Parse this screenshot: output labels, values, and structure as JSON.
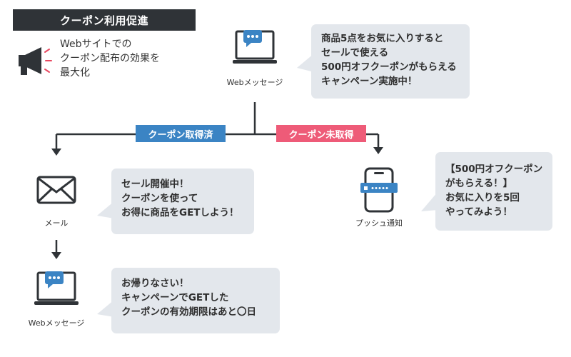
{
  "title": "クーポン利用促進",
  "purpose_lines": [
    "Webサイトでの",
    "クーポン配布の効果を",
    "最大化"
  ],
  "top": {
    "label": "Webメッセージ",
    "bubble": [
      "商品5点をお気に入りすると",
      "セールで使える",
      "500円オフクーポンがもらえる",
      "キャンペーン実施中！"
    ]
  },
  "branch_left": {
    "tag": "クーポン取得済",
    "mail_label": "メール",
    "mail_bubble": [
      "セール開催中！",
      "クーポンを使って",
      "お得に商品をGETしよう！"
    ],
    "web_label": "Webメッセージ",
    "web_bubble": [
      "お帰りなさい！",
      "キャンペーンでGETした",
      "クーポンの有効期限はあと〇日"
    ]
  },
  "branch_right": {
    "tag": "クーポン未取得",
    "push_label": "プッシュ通知",
    "push_bubble": [
      "【500円オフクーポン",
      "がもらえる！】",
      "お気に入りを5回",
      "やってみよう！"
    ]
  },
  "colors": {
    "dark": "#2f3337",
    "blue": "#3b84c4",
    "pink": "#ee5b78",
    "bubble": "#e3e7ec",
    "accent_red": "#e8475f"
  },
  "icons": [
    "megaphone-icon",
    "laptop-chat-icon",
    "mail-icon",
    "smartphone-notification-icon"
  ]
}
